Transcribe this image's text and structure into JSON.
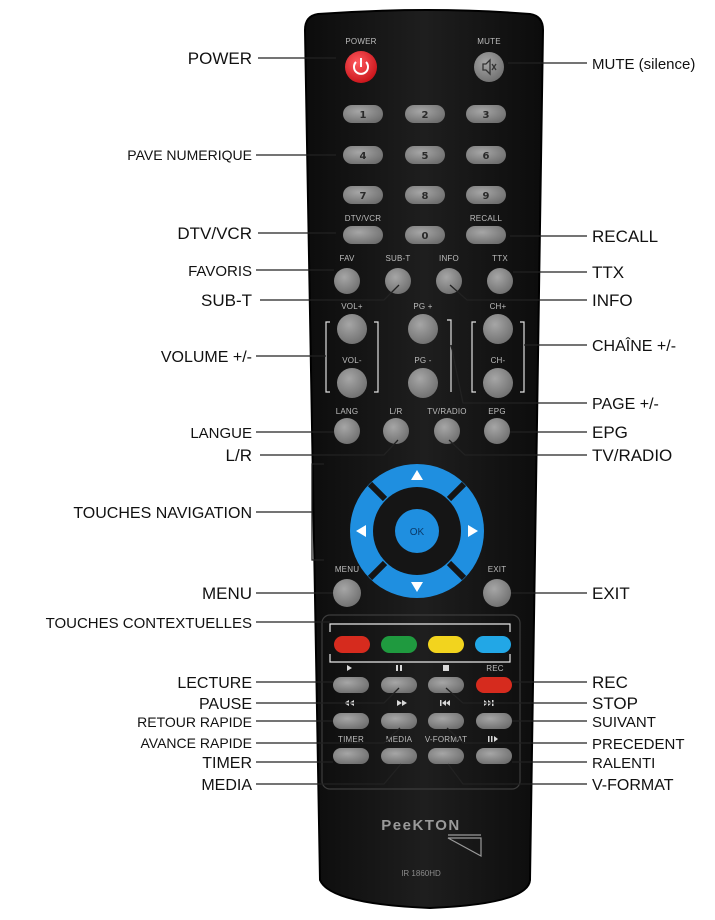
{
  "remote": {
    "brand": "PeeKTON",
    "model": "IR 1860HD",
    "colors": {
      "body": "#151515",
      "button": "#8c8c8c",
      "power": "#e8232a",
      "nav": "#1f8fe0",
      "red": "#d62b1e",
      "green": "#1f9a3f",
      "yellow": "#f2d41e",
      "blue": "#22a7e6"
    },
    "labels": {
      "power": "POWER",
      "mute": "MUTE",
      "dtv_vcr": "DTV/VCR",
      "recall": "RECALL",
      "fav": "FAV",
      "sub_t": "SUB-T",
      "info": "INFO",
      "ttx": "TTX",
      "vol_plus": "VOL+",
      "pg_plus": "PG +",
      "ch_plus": "CH+",
      "vol_minus": "VOL-",
      "pg_minus": "PG -",
      "ch_minus": "CH-",
      "lang": "LANG",
      "lr": "L/R",
      "tv_radio": "TV/RADIO",
      "epg": "EPG",
      "menu": "MENU",
      "exit": "EXIT",
      "ok": "OK",
      "rec": "REC",
      "timer": "TIMER",
      "media": "MEDIA",
      "v_format": "V-FORMAT"
    },
    "digits": [
      "1",
      "2",
      "3",
      "4",
      "5",
      "6",
      "7",
      "8",
      "9",
      "0"
    ]
  },
  "callouts": {
    "power": "POWER",
    "mute": "MUTE (silence)",
    "pave": "PAVE NUMERIQUE",
    "dtv_vcr": "DTV/VCR",
    "recall": "RECALL",
    "favoris": "FAVORIS",
    "ttx": "TTX",
    "sub_t": "SUB-T",
    "info": "INFO",
    "volume": "VOLUME +/-",
    "chaine": "CHAÎNE +/-",
    "page": "PAGE +/-",
    "langue": "LANGUE",
    "epg": "EPG",
    "lr": "L/R",
    "tv_radio": "TV/RADIO",
    "navigation": "TOUCHES NAVIGATION",
    "menu": "MENU",
    "exit": "EXIT",
    "contextuelles": "TOUCHES CONTEXTUELLES",
    "lecture": "LECTURE",
    "rec": "REC",
    "pause": "PAUSE",
    "stop": "STOP",
    "retour": "RETOUR RAPIDE",
    "suivant": "SUIVANT",
    "avance": "AVANCE RAPIDE",
    "precedent": "PRECEDENT",
    "timer": "TIMER",
    "ralenti": "RALENTI",
    "media": "MEDIA",
    "v_format": "V-FORMAT"
  }
}
